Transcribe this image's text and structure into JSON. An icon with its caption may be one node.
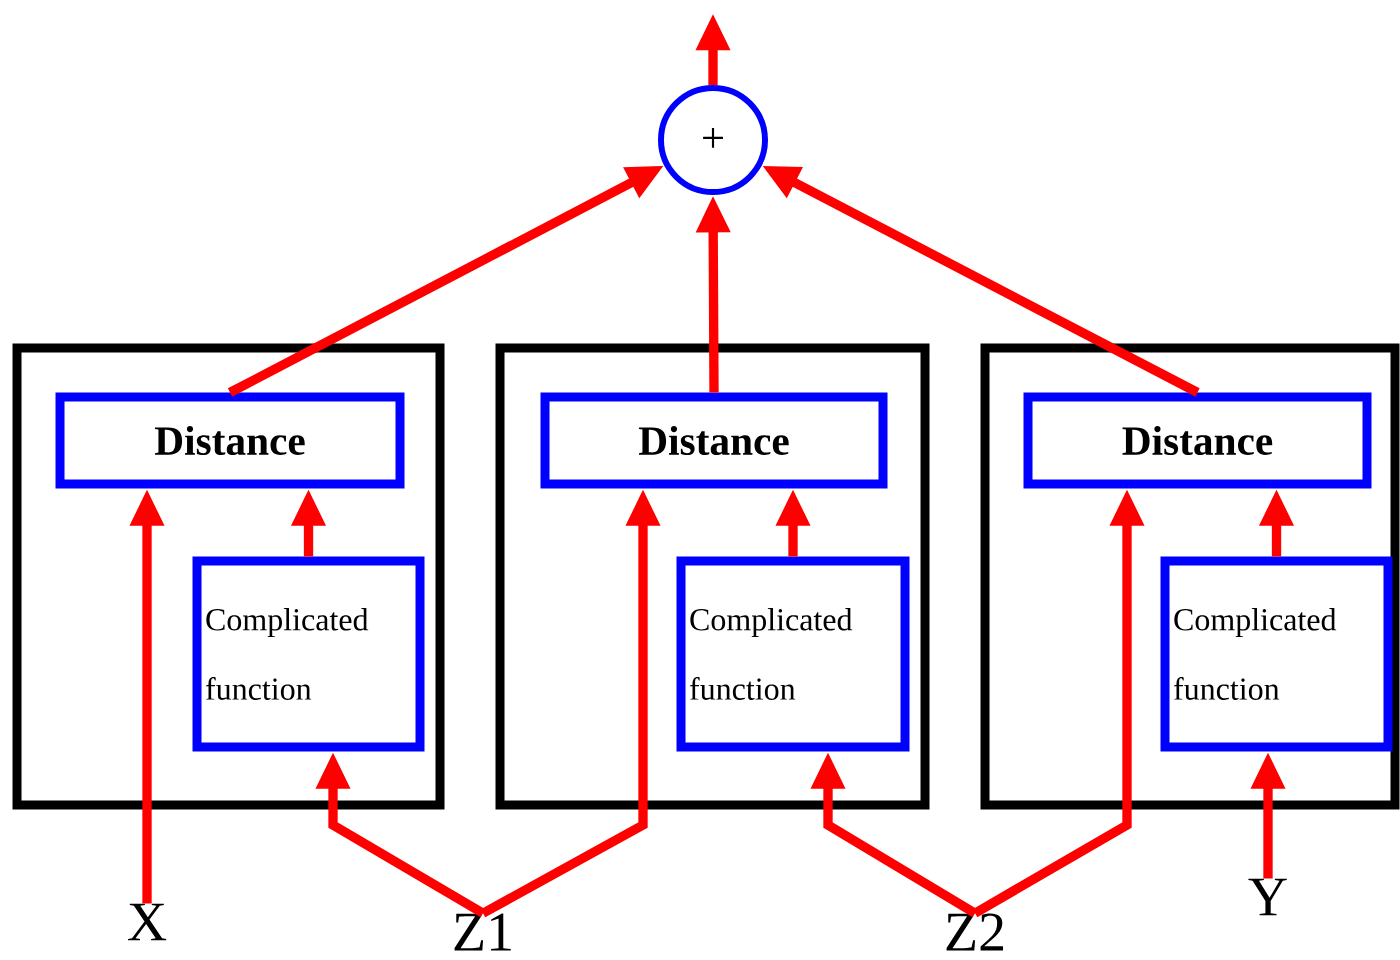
{
  "diagram": {
    "nodes": [
      {
        "text": [
          "+"
        ]
      },
      {
        "text": [],
        "shape": "box"
      },
      {
        "text": [
          "Distance"
        ],
        "in": 1
      },
      {
        "text": [
          "Complicated function"
        ],
        "in": 1
      },
      {
        "text": [],
        "shape": "box"
      },
      {
        "text": [
          "Distance"
        ],
        "in": 4
      },
      {
        "text": [
          "Complicated function"
        ],
        "in": 4
      },
      {
        "text": [],
        "shape": "box"
      },
      {
        "text": [
          "Distance"
        ],
        "in": 7
      },
      {
        "text": [
          "Complicated function"
        ],
        "in": 7
      },
      {
        "text": [
          "X"
        ]
      },
      {
        "text": [
          "Z1"
        ]
      },
      {
        "text": [
          "Z2"
        ]
      },
      {
        "text": [
          "Y"
        ]
      }
    ],
    "edges": [
      {
        "from": 0,
        "to": null,
        "arrow": "to"
      },
      {
        "from": 2,
        "to": 0,
        "arrow": "to"
      },
      {
        "from": 5,
        "to": 0,
        "arrow": "to"
      },
      {
        "from": 8,
        "to": 0,
        "arrow": "to"
      },
      {
        "from": 10,
        "to": 2,
        "arrow": "to"
      },
      {
        "from": 3,
        "to": 2,
        "arrow": "to"
      },
      {
        "from": 11,
        "to": 3,
        "arrow": "to"
      },
      {
        "from": 11,
        "to": 5,
        "arrow": "to"
      },
      {
        "from": 6,
        "to": 5,
        "arrow": "to"
      },
      {
        "from": 12,
        "to": 6,
        "arrow": "to"
      },
      {
        "from": 12,
        "to": 8,
        "arrow": "to"
      },
      {
        "from": 9,
        "to": 8,
        "arrow": "to"
      },
      {
        "from": 13,
        "to": 9,
        "arrow": "to"
      }
    ]
  }
}
